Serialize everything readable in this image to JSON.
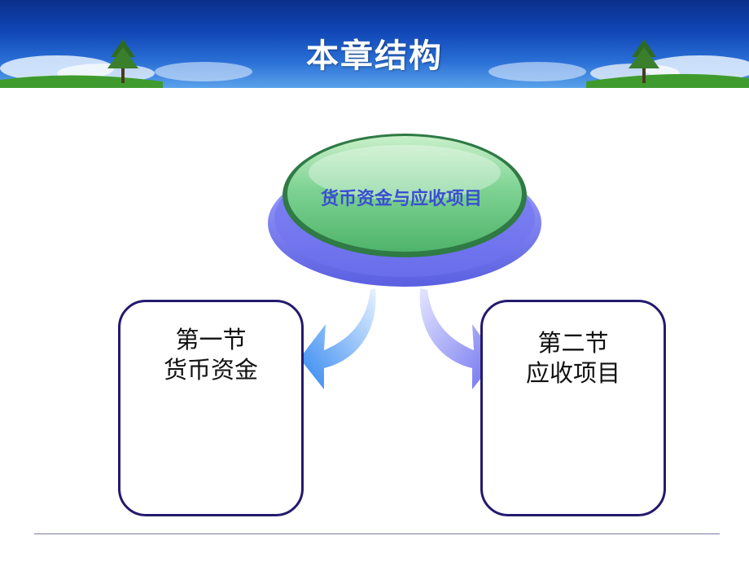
{
  "slide": {
    "title": "本章结构"
  },
  "diagram": {
    "center": "货币资金与应收项目",
    "left_box": {
      "line1": "第一节",
      "line2": "货币资金"
    },
    "right_box": {
      "line1": "第二节",
      "line2": "应收项目"
    }
  },
  "colors": {
    "banner_blue": "#1046b5",
    "ellipse_green": "#58c27a",
    "ellipse_base": "#7b7ff0",
    "box_border": "#241a6e",
    "arrow_left": "#3f8ff0",
    "arrow_right": "#7a7ef0"
  }
}
